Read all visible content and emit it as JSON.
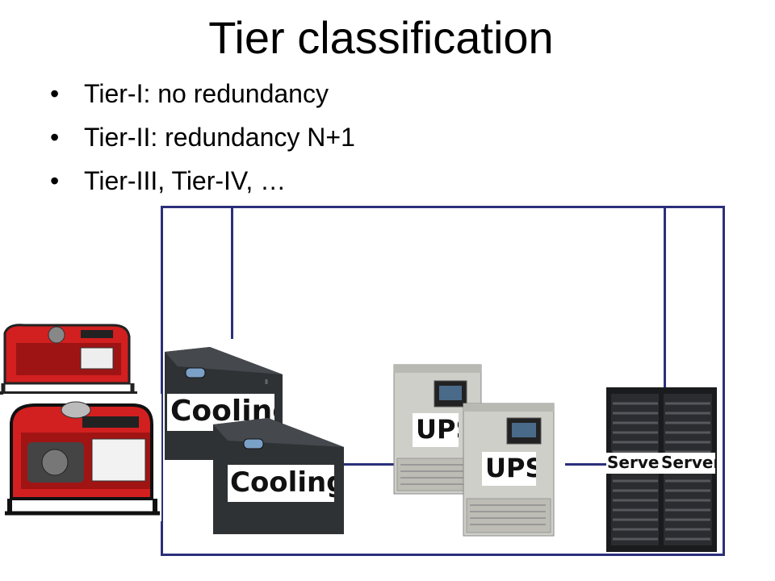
{
  "slide": {
    "title": "Tier classification",
    "bullets": [
      "Tier-I: no redundancy",
      "Tier-II: redundancy N+1",
      "Tier-III, Tier-IV, …"
    ]
  },
  "diagram": {
    "line_color": "#2b2f7a",
    "labels": {
      "cooling_back": "Cooling",
      "cooling_front": "Cooling",
      "ups_back": "UPS",
      "ups_front": "UPS",
      "server_left": "Server",
      "server_right": "Server"
    },
    "components": [
      "generator-icon",
      "generator-icon",
      "cooling-unit-icon",
      "cooling-unit-icon",
      "ups-cabinet-icon",
      "ups-cabinet-icon",
      "server-rack-icon",
      "server-rack-icon"
    ]
  }
}
